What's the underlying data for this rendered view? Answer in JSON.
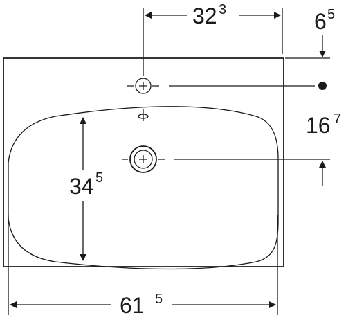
{
  "dimensions": {
    "top_hole_offset": {
      "main": "32",
      "sup": "3"
    },
    "top_edge_to_hole": {
      "main": "6",
      "sup": "5"
    },
    "hole_to_drain": {
      "main": "16",
      "sup": "7"
    },
    "bowl_depth": {
      "main": "34",
      "sup": "5"
    },
    "overall_width": {
      "main": "61",
      "sup": "5"
    }
  },
  "colors": {
    "line": "#1a1a1a",
    "background": "#ffffff"
  }
}
